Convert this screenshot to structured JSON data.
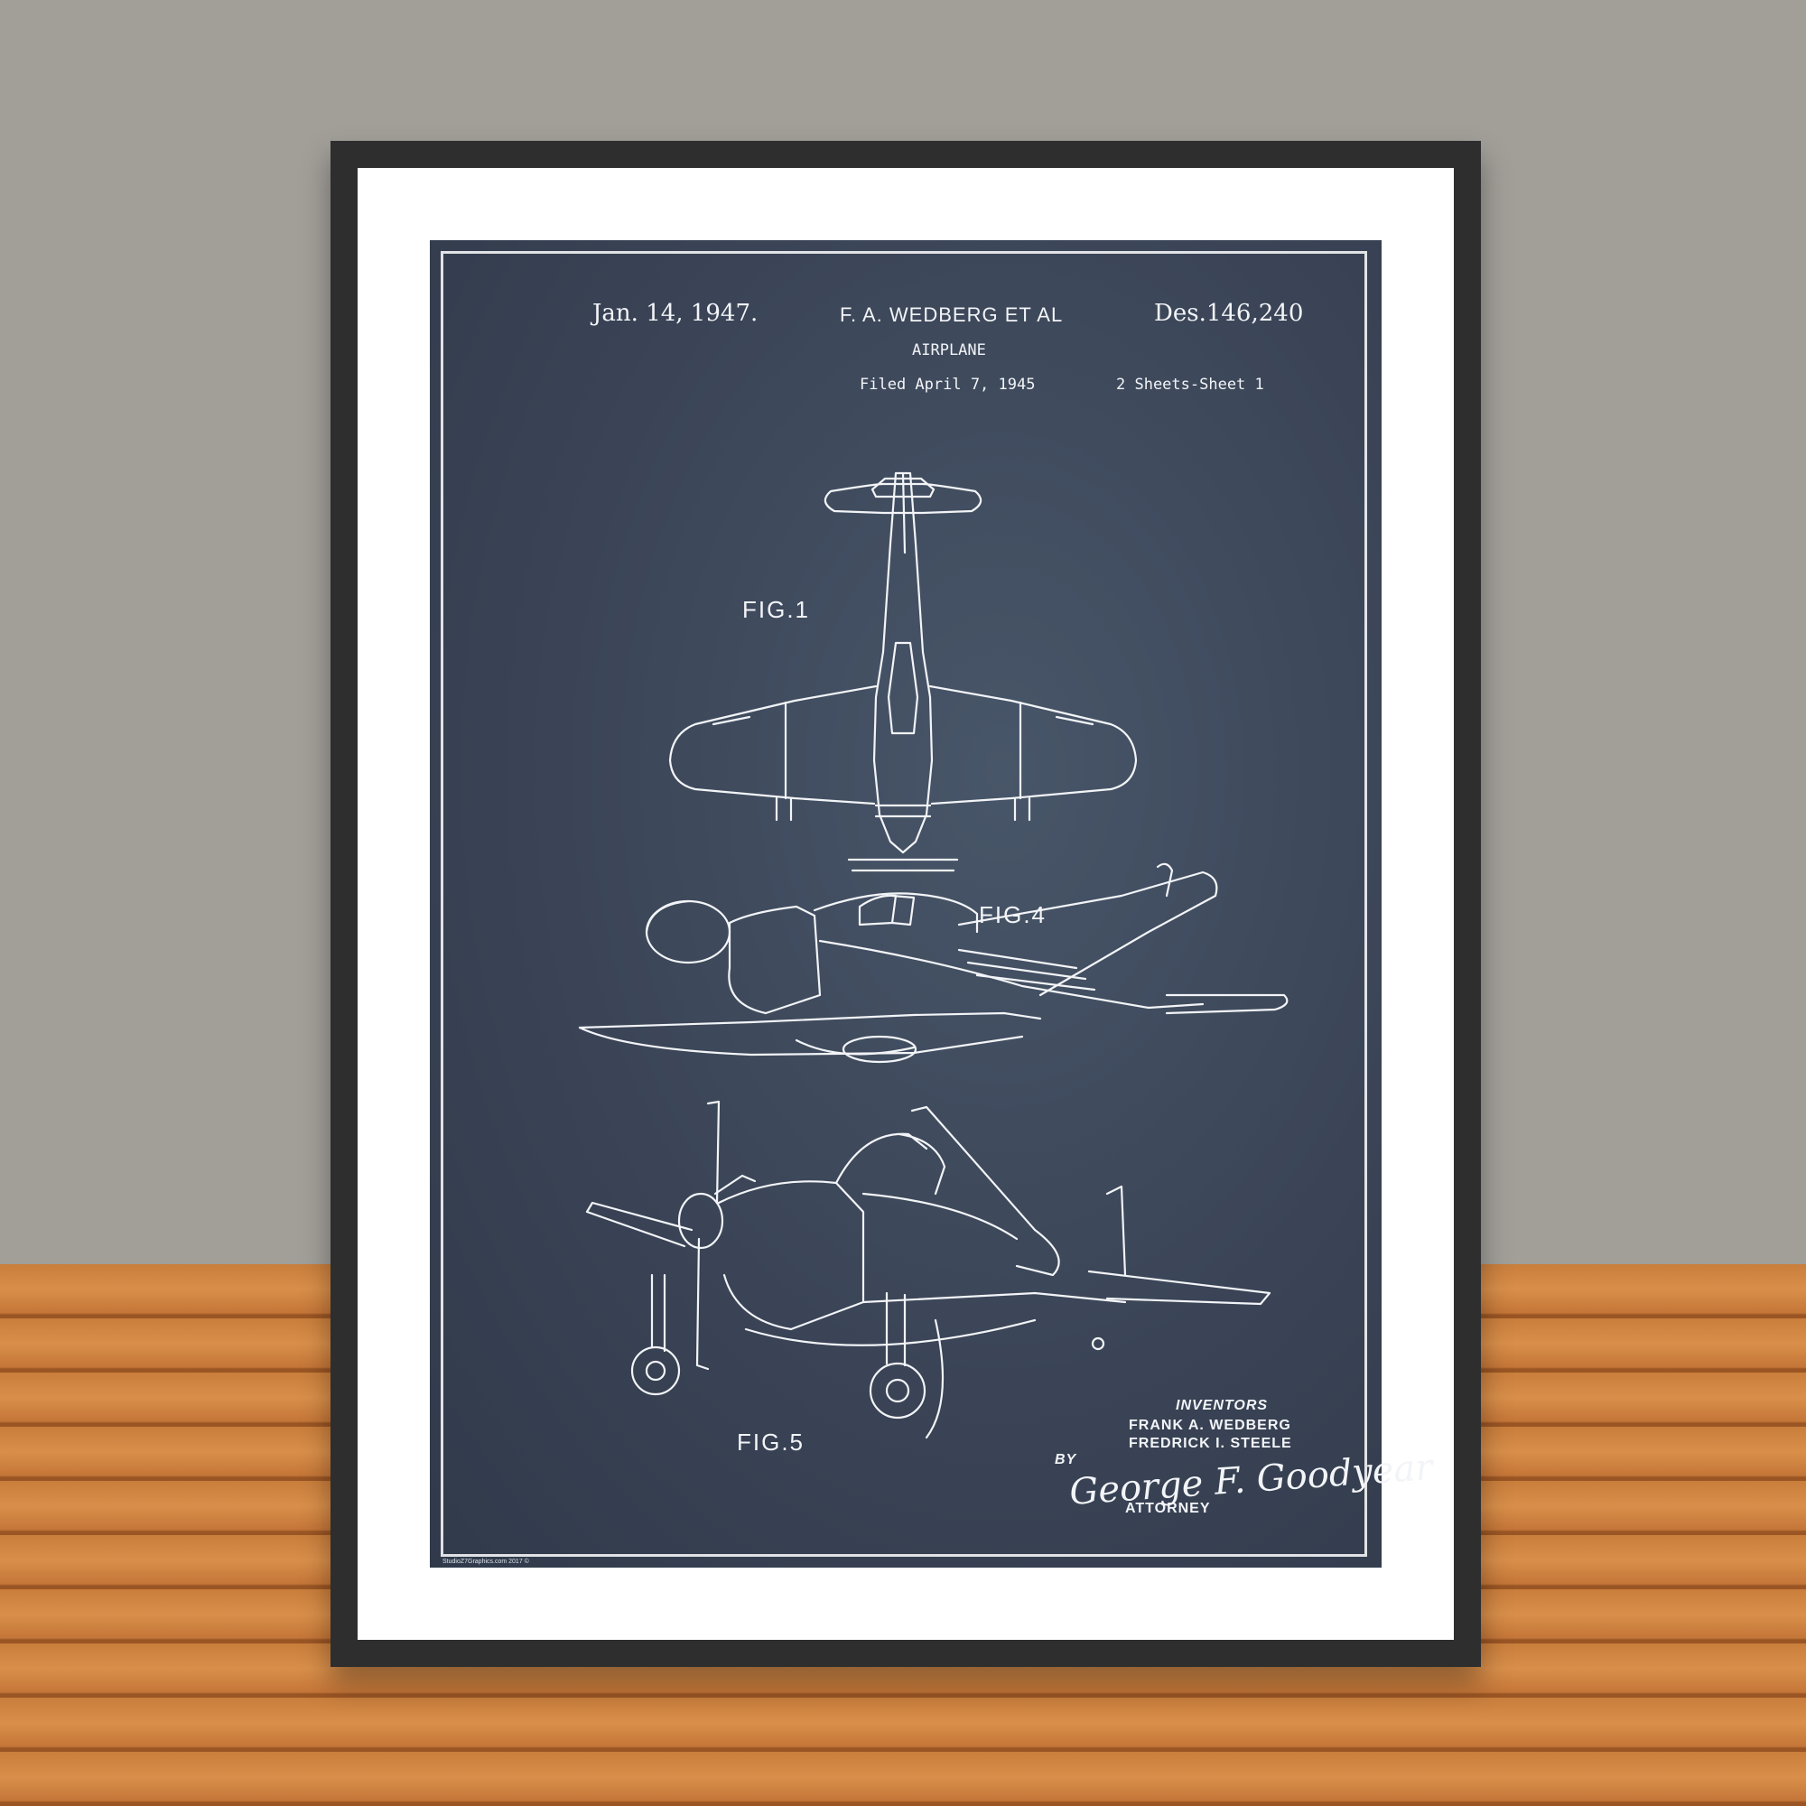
{
  "patent": {
    "date": "Jan. 14, 1947.",
    "inventor_header": "F. A. WEDBERG ET AL",
    "title": "AIRPLANE",
    "filed": "Filed April 7, 1945",
    "design_number": "Des.146,240",
    "sheets": "2 Sheets-Sheet 1"
  },
  "figures": {
    "fig1": "FIG.1",
    "fig4": "FIG.4",
    "fig5": "FIG.5"
  },
  "inventors": {
    "heading": "INVENTORS",
    "name1": "FRANK A. WEDBERG",
    "name2": "FREDRICK I. STEELE",
    "by": "BY",
    "signature": "George F. Goodyear",
    "attorney": "ATTORNEY"
  },
  "credit": "StudioZ7Graphics.com 2017 ©",
  "colors": {
    "wall": "#a29f99",
    "floor": "#c97e3c",
    "frame": "#2e2e2f",
    "blueprint": "#3a4456",
    "line": "#f2f4f7"
  }
}
